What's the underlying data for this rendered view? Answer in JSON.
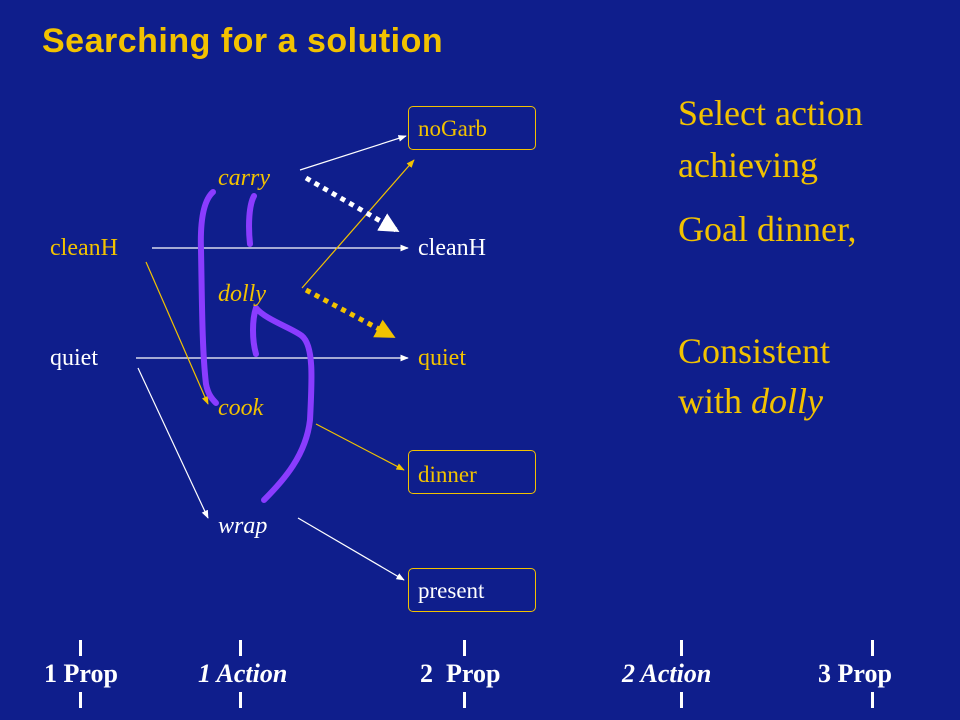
{
  "title": "Searching for a solution",
  "level1_props": [
    "cleanH",
    "quiet"
  ],
  "level1_actions": [
    "carry",
    "dolly",
    "cook",
    "wrap"
  ],
  "level2_props": [
    "noGarb",
    "cleanH",
    "quiet",
    "dinner",
    "present"
  ],
  "side_text": {
    "line1": "Select action",
    "line2": "achieving",
    "line3": "Goal dinner,",
    "line4": "Consistent",
    "line5_prefix": "with ",
    "line5_italic": "dolly"
  },
  "levels": [
    "1 Prop",
    "1 Action",
    "2  Prop",
    "2 Action",
    "3 Prop"
  ],
  "colors": {
    "background": "#0f1e8c",
    "accent": "#f2c200",
    "text": "#ffffff",
    "highlight": "#8a3cff"
  }
}
